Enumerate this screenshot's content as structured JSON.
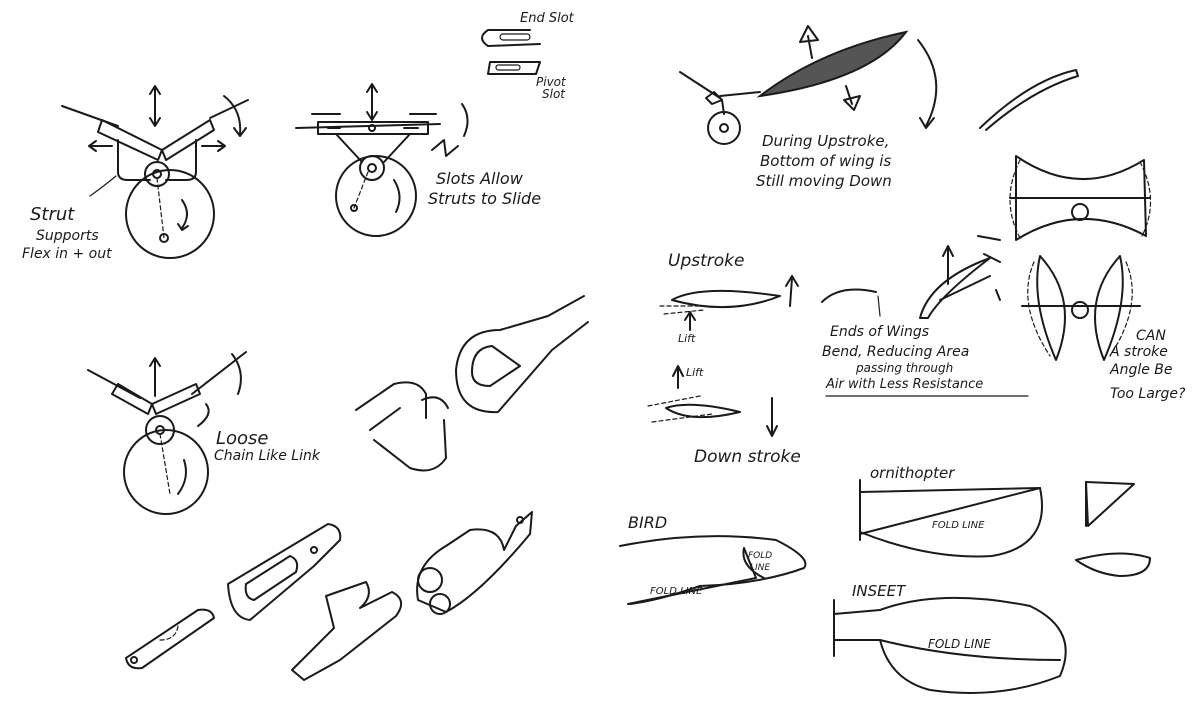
{
  "labels": {
    "end_slot": "End Slot",
    "pivot": "Pivot",
    "slot": "Slot",
    "strut": "Strut",
    "supports": "Supports",
    "flex": "Flex in + out",
    "slots_allow": "Slots Allow",
    "struts_to_slide": "Struts to Slide",
    "loose": "Loose",
    "chain_like_link": "Chain Like Link",
    "during_upstroke_1": "During Upstroke,",
    "during_upstroke_2": "Bottom of wing is",
    "during_upstroke_3": "Still moving Down",
    "upstroke": "Upstroke",
    "lift_1": "Lift",
    "lift_2": "Lift",
    "down_stroke": "Down stroke",
    "ends_1": "Ends of Wings",
    "ends_2": "Bend, Reducing Area",
    "ends_3": "passing through",
    "ends_4": "Air with Less Resistance",
    "can_1": "CAN",
    "can_2": "A stroke",
    "can_3": "Angle Be",
    "can_4": "Too Large?",
    "ornithopter": "ornithopter",
    "fold_line_1": "FOLD LINE",
    "bird": "BIRD",
    "fold_1": "FOLD",
    "fold_2": "LINE",
    "fold_line_2": "FOLD LINE",
    "insect": "INSEET",
    "fold_line_3": "FOLD LINE"
  }
}
